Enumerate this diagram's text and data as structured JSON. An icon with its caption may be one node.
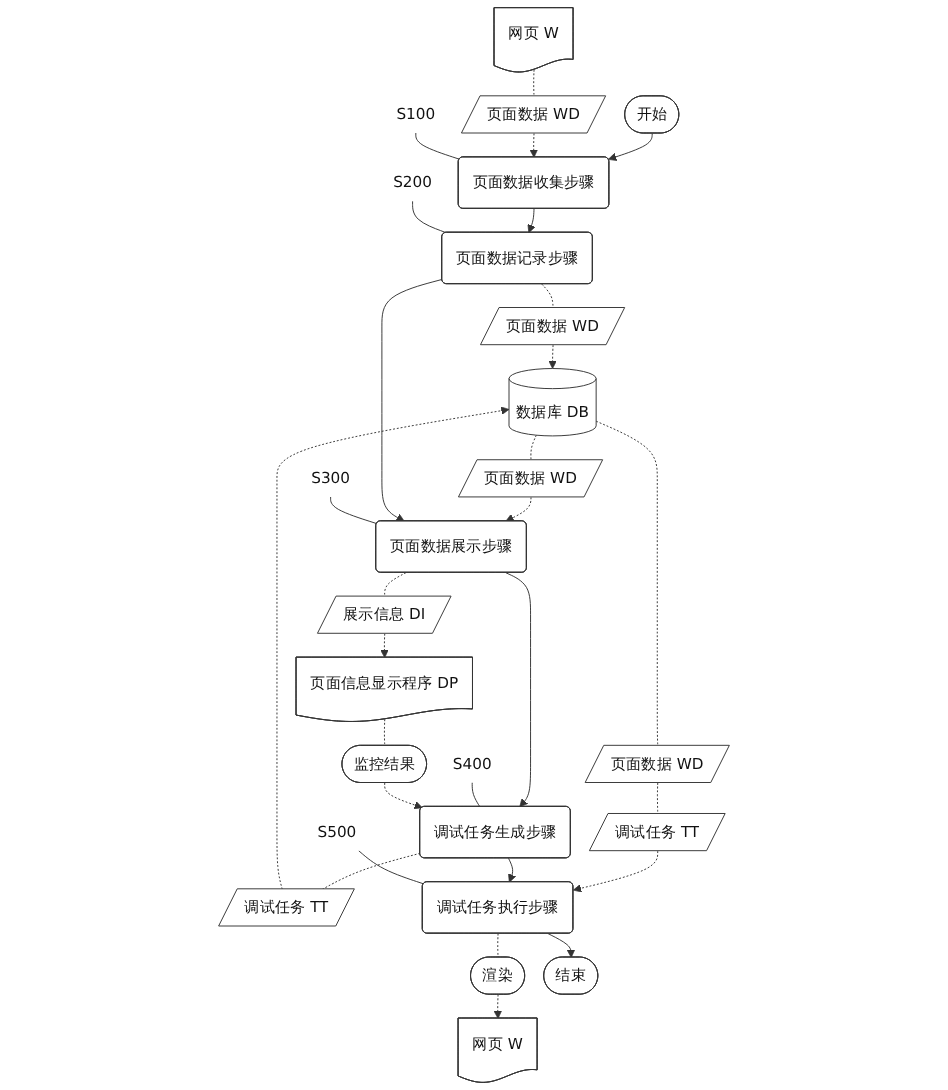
{
  "diagram": {
    "nodes": [
      {
        "text": [
          "开始"
        ]
      },
      {
        "text": [
          "网页 W"
        ]
      },
      {
        "text": [
          "页面数据 WD"
        ]
      },
      {
        "text": [
          "页面数据收集步骤"
        ]
      },
      {
        "text": [
          "S100"
        ]
      },
      {
        "text": [
          "数据库 DB"
        ]
      },
      {
        "text": [
          "页面数据 WD"
        ]
      },
      {
        "text": [
          "页面数据记录步骤"
        ]
      },
      {
        "text": [
          "S200"
        ]
      },
      {
        "text": [
          "页面数据 WD"
        ]
      },
      {
        "text": [
          "页面数据展示步骤"
        ]
      },
      {
        "text": [
          "S300"
        ]
      },
      {
        "text": [
          "展示信息 DI"
        ]
      },
      {
        "text": [
          "页面信息显示程序 DP"
        ]
      },
      {
        "text": [
          "调试任务 TT"
        ]
      },
      {
        "text": [
          "监控结果"
        ]
      },
      {
        "text": [
          "调试任务生成步骤"
        ]
      },
      {
        "text": [
          "S400"
        ]
      },
      {
        "text": [
          "页面数据 WD"
        ]
      },
      {
        "text": [
          "调试任务 TT"
        ]
      },
      {
        "text": [
          "调试任务执行步骤"
        ]
      },
      {
        "text": [
          "S500"
        ]
      },
      {
        "text": [
          "渲染"
        ]
      },
      {
        "text": [
          "网页 W"
        ]
      },
      {
        "text": [
          "结束"
        ]
      }
    ],
    "edges": [
      {
        "from": 0,
        "to": 3,
        "arrow": "to"
      },
      {
        "from": 1,
        "to": 2,
        "arrow": "none",
        "style": "dashed"
      },
      {
        "from": 2,
        "to": 3,
        "arrow": "to",
        "style": "dashed"
      },
      {
        "from": 3,
        "to": 7,
        "arrow": "to"
      },
      {
        "from": 4,
        "to": 3,
        "arrow": "none"
      },
      {
        "from": 7,
        "to": 6,
        "arrow": "none",
        "style": "dashed"
      },
      {
        "from": 6,
        "to": 5,
        "arrow": "to",
        "style": "dashed"
      },
      {
        "from": 8,
        "to": 7,
        "arrow": "none"
      },
      {
        "from": 5,
        "to": 9,
        "arrow": "none",
        "style": "dashed"
      },
      {
        "from": 9,
        "to": 10,
        "arrow": "to",
        "style": "dashed"
      },
      {
        "from": 7,
        "to": 10,
        "arrow": "to"
      },
      {
        "from": 11,
        "to": 10,
        "arrow": "none"
      },
      {
        "from": 10,
        "to": 12,
        "arrow": "none",
        "style": "dashed"
      },
      {
        "from": 12,
        "to": 13,
        "arrow": "to",
        "style": "dashed"
      },
      {
        "from": 10,
        "to": 16,
        "arrow": "to"
      },
      {
        "from": 16,
        "to": 14,
        "arrow": "none",
        "style": "dashed"
      },
      {
        "from": 14,
        "to": 5,
        "arrow": "to",
        "style": "dashed"
      },
      {
        "from": 17,
        "to": 16,
        "arrow": "none"
      },
      {
        "from": 13,
        "to": 15,
        "arrow": "none",
        "style": "dashed"
      },
      {
        "from": 15,
        "to": 16,
        "arrow": "to",
        "style": "dashed"
      },
      {
        "from": 5,
        "to": 18,
        "arrow": "none",
        "style": "dashed"
      },
      {
        "from": 18,
        "to": 19,
        "arrow": "none",
        "style": "dashed"
      },
      {
        "from": 19,
        "to": 20,
        "arrow": "to",
        "style": "dashed"
      },
      {
        "from": 16,
        "to": 20,
        "arrow": "to"
      },
      {
        "from": 21,
        "to": 20,
        "arrow": "none"
      },
      {
        "from": 20,
        "to": 22,
        "arrow": "none",
        "style": "dashed"
      },
      {
        "from": 22,
        "to": 23,
        "arrow": "to",
        "style": "dashed"
      },
      {
        "from": 20,
        "to": 24,
        "arrow": "to"
      }
    ]
  }
}
